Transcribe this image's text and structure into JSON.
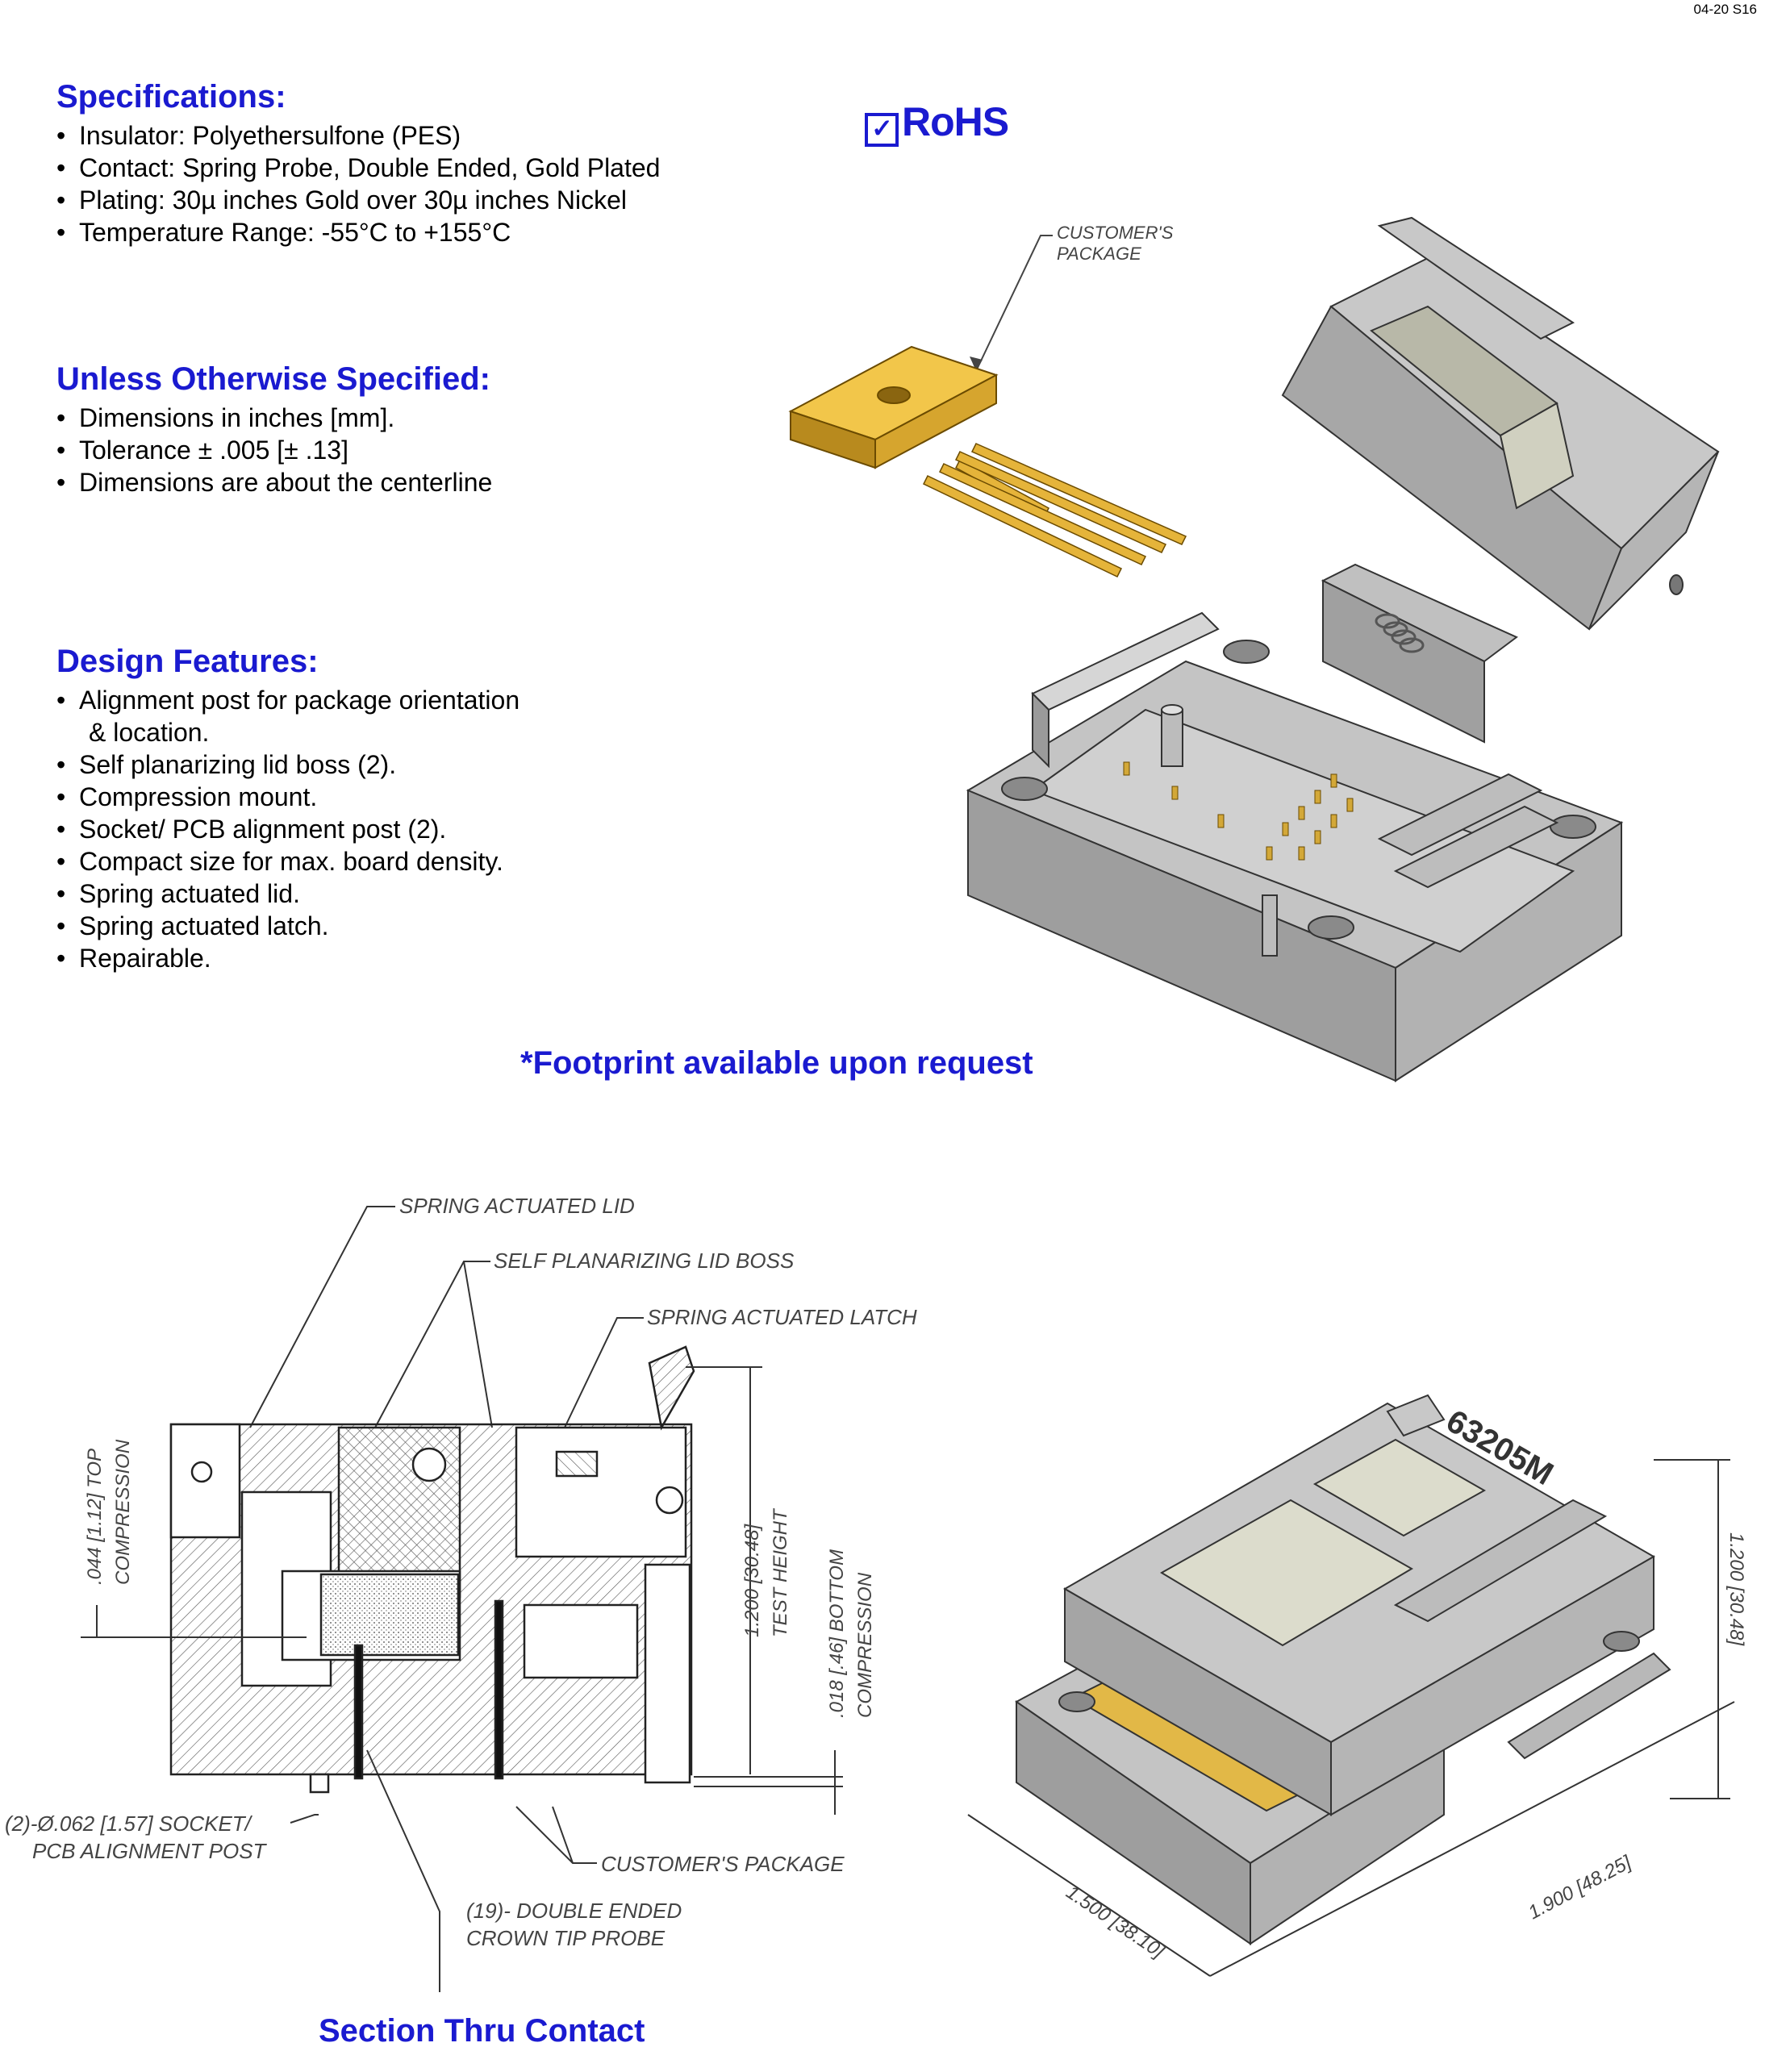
{
  "page_id": "04-20 S16",
  "specifications": {
    "heading": "Specifications:",
    "items": [
      "Insulator: Polyethersulfone (PES)",
      "Contact: Spring Probe, Double Ended, Gold Plated",
      "Plating: 30µ inches Gold over 30µ inches Nickel",
      "Temperature Range: -55°C to +155°C"
    ]
  },
  "unless_specified": {
    "heading": "Unless Otherwise Specified:",
    "items": [
      "Dimensions in inches [mm].",
      "Tolerance ± .005 [± .13]",
      "Dimensions are about the centerline"
    ]
  },
  "design_features": {
    "heading": "Design Features:",
    "items": [
      "Alignment post for package orientation",
      "& location.",
      "Self planarizing lid boss (2).",
      "Compression mount.",
      "Socket/ PCB alignment post (2).",
      "Compact size for max. board density.",
      "Spring actuated lid.",
      "Spring actuated latch.",
      "Repairable."
    ]
  },
  "rohs": {
    "check": "☑",
    "label": "RoHS"
  },
  "footprint_note": "*Footprint available upon request",
  "section_title": "Section Thru Contact",
  "iso_labels": {
    "customers_package_1": "CUSTOMER'S",
    "customers_package_2": "PACKAGE"
  },
  "section_labels": {
    "spring_lid": "SPRING ACTUATED LID",
    "lid_boss": "SELF PLANARIZING LID BOSS",
    "spring_latch": "SPRING ACTUATED LATCH",
    "top_comp_1": ".044 [1.12] TOP",
    "top_comp_2": "COMPRESSION",
    "test_height_1": "1.200 [30.48]",
    "test_height_2": "TEST HEIGHT",
    "bottom_comp_1": ".018 [.46] BOTTOM",
    "bottom_comp_2": "COMPRESSION",
    "align_post_1": "(2)-Ø.062 [1.57] SOCKET/",
    "align_post_2": "PCB ALIGNMENT POST",
    "customers_package": "CUSTOMER'S PACKAGE",
    "probe_1": "(19)- DOUBLE ENDED",
    "probe_2": "CROWN TIP PROBE"
  },
  "closed_view": {
    "part_number": "63205M",
    "height_dim": "1.200 [30.48]",
    "depth_dim": "1.500 [38.10]",
    "width_dim": "1.900 [48.25]"
  },
  "colors": {
    "heading_blue": "#1a1ad0",
    "body_gray": "#a8a8a8",
    "package_gold": "#e0b23c"
  }
}
